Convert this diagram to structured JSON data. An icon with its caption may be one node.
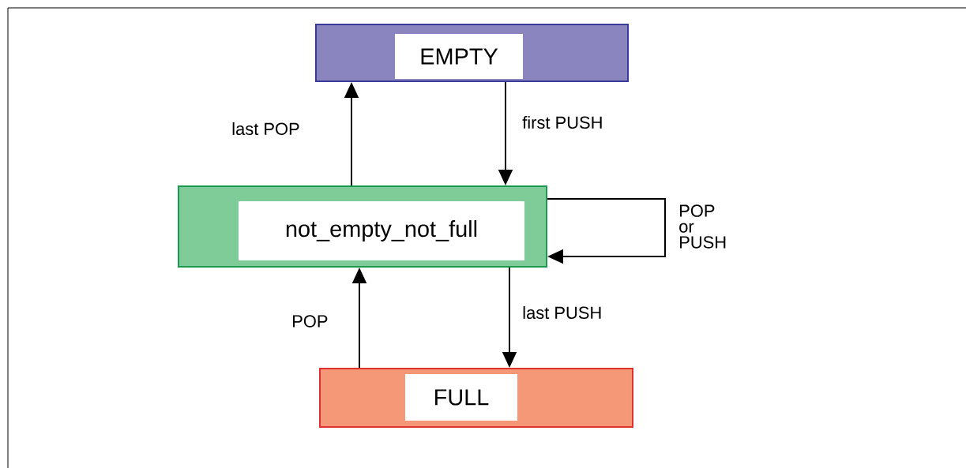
{
  "diagram": {
    "nodes": [
      {
        "text": [
          "EMPTY"
        ]
      },
      {
        "text": [
          "not_empty_not_full"
        ]
      },
      {
        "text": [
          "FULL"
        ]
      }
    ],
    "edges": [
      {
        "from": 1,
        "to": 0,
        "arrow": "to",
        "label": "last POP"
      },
      {
        "from": 0,
        "to": 1,
        "arrow": "to",
        "label": "first PUSH"
      },
      {
        "from": 1,
        "to": 1,
        "arrow": "to",
        "label": "POP or PUSH"
      },
      {
        "from": 1,
        "to": 2,
        "arrow": "to",
        "label": "last PUSH"
      },
      {
        "from": 2,
        "to": 1,
        "arrow": "to",
        "label": "POP"
      }
    ]
  }
}
